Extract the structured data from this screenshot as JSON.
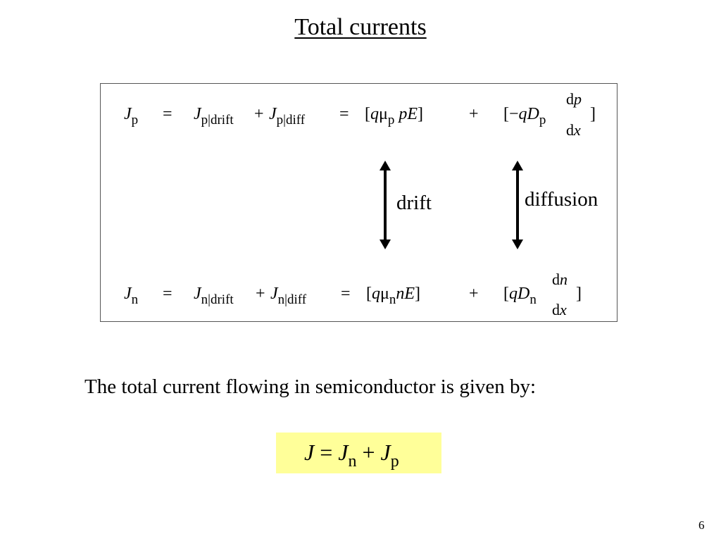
{
  "slide": {
    "title": "Total currents",
    "page_number": "6"
  },
  "equations": {
    "row_p": {
      "lhs_sym": "J",
      "lhs_sub": "p",
      "eq1": "=",
      "t1_sym": "J",
      "t1_sub": "p|drift",
      "plus1": "+",
      "t2_sym": "J",
      "t2_sub": "p|diff",
      "eq2": "=",
      "drift_open": "[",
      "drift_q": "q",
      "drift_mu": "μ",
      "drift_mu_sub": "p",
      "drift_carrier": "p",
      "drift_field": "E",
      "drift_close": "]",
      "plus2": "+",
      "diff_open": "[−",
      "diff_q": "q",
      "diff_D": "D",
      "diff_D_sub": "p",
      "frac_num_d": "d",
      "frac_num_var": "p",
      "frac_den_d": "d",
      "frac_den_var": "x",
      "diff_close": "]"
    },
    "row_n": {
      "lhs_sym": "J",
      "lhs_sub": "n",
      "eq1": "=",
      "t1_sym": "J",
      "t1_sub": "n|drift",
      "plus1": "+",
      "t2_sym": "J",
      "t2_sub": "n|diff",
      "eq2": "=",
      "drift_open": "[",
      "drift_q": "q",
      "drift_mu": "μ",
      "drift_mu_sub": "n",
      "drift_carrier": "n",
      "drift_field": "E",
      "drift_close": "]",
      "plus2": "+",
      "diff_open": "[",
      "diff_q": "q",
      "diff_D": "D",
      "diff_D_sub": "n",
      "frac_num_d": "d",
      "frac_num_var": "n",
      "frac_den_d": "d",
      "frac_den_var": "x",
      "diff_close": "]"
    },
    "labels": {
      "drift": "drift",
      "diffusion": "diffusion"
    }
  },
  "text": {
    "sentence": "The total current flowing in semiconductor is given by:"
  },
  "total_equation": {
    "lhs": "J",
    "eq": "=",
    "t1_sym": "J",
    "t1_sub": "n",
    "plus": "+",
    "t2_sym": "J",
    "t2_sub": "p"
  },
  "colors": {
    "highlight_background": "#ffff99",
    "box_border": "#555555"
  }
}
